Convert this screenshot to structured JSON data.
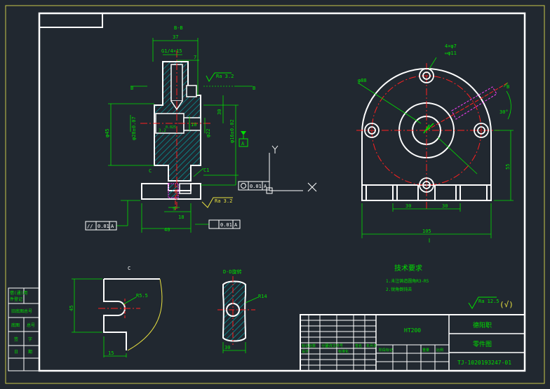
{
  "colors": {
    "background": "#212830",
    "frame": "#ffffff",
    "outer_frame": "#c9c94a",
    "dimension": "#00e000",
    "centerline": "#ff2020",
    "hatch": "#00b0b0",
    "yellow": "#e8e040",
    "magenta": "#ff40ff"
  },
  "section_bb": {
    "label": "B-B",
    "dim_37": "37",
    "thread": "G1/4×15",
    "dim_7": "7",
    "roughness": "Ra 3.2",
    "cut_mark_left": "B",
    "cut_mark_right": "B",
    "dim_30": "30",
    "dim_phi45": "φ45",
    "dim_phi28": "φ28±0.07",
    "dim_phi22": "φ22",
    "dim_phi16": "φ16±0.02",
    "dim_10": "10",
    "dim_3_2": "3.2",
    "dim_0_025": "0.025",
    "datum_a": "A",
    "view_c_mark": "C",
    "chamfer": "C1",
    "roughness_bottom": "Ra 3.2",
    "dim_9": "9",
    "dim_18": "18",
    "dim_40": "40",
    "tol_perp_sym": "//",
    "tol_perp_val": "0.01",
    "tol_perp_ref": "A",
    "tol_circ_val": "0.01",
    "tol_circ_ref": "A",
    "tol_par_val": "0.01",
    "tol_par_ref": "A"
  },
  "axes": {
    "y_label": "Y"
  },
  "front_view": {
    "holes_note": "4×φ7",
    "holes_note2": "▭φ11",
    "dim_phi88": "φ88",
    "mark_b": "B",
    "angle_30": "30°",
    "dim_55": "55",
    "dim_30_left": "30",
    "dim_30_right": "30",
    "dim_105": "105"
  },
  "view_c": {
    "label": "C",
    "radius": "R5.5",
    "dim_45": "45",
    "dim_15": "15"
  },
  "section_dd": {
    "label": "D-D旋转",
    "radius": "R14",
    "dim_30": "30"
  },
  "tech_req": {
    "title": "技术要求",
    "item1": "1.未注铸造圆角R3-R5",
    "item2": "2.锐角倒钝去"
  },
  "surface_finish": {
    "ra": "Ra 12.5",
    "check": "(√)"
  },
  "title_block": {
    "material": "HT200",
    "school": "德阳职",
    "part_name": "零件图",
    "drawing_no": "TJ-1020193247-01",
    "col1": "标记处数",
    "col2": "分区",
    "col3": "更改文件号",
    "col4": "签名",
    "col5": "年月日",
    "row_design": "设计",
    "row_std": "标准化",
    "row_stage": "阶段标记",
    "row_weight": "重量",
    "row_scale": "比例"
  },
  "side_table": {
    "r1a": "借(通)用",
    "r1b": "件登记",
    "r2": "旧底图总号",
    "r3a": "底图",
    "r3b": "总号",
    "r4a": "签",
    "r4b": "字",
    "r5a": "日",
    "r5b": "期"
  }
}
